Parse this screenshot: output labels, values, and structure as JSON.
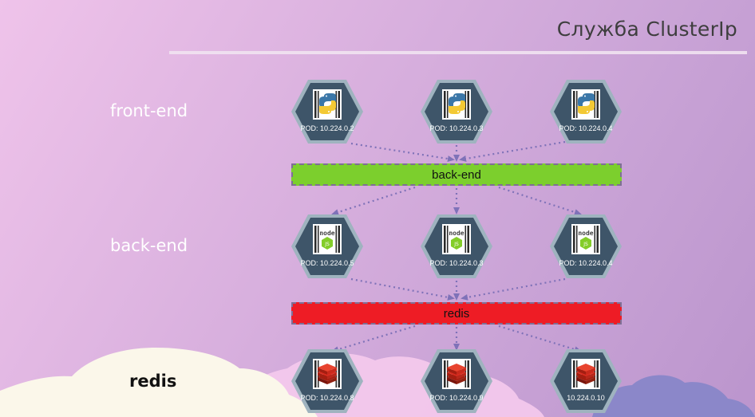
{
  "title": "Служба ClusterIp",
  "tiers": {
    "frontend": "front-end",
    "backend": "back-end",
    "redis": "redis"
  },
  "services": {
    "backend": "back-end",
    "redis": "redis"
  },
  "pods": {
    "frontend": [
      {
        "label": "POD: 10.224.0.2",
        "icon": "python-icon"
      },
      {
        "label": "POD: 10.224.0.3",
        "icon": "python-icon"
      },
      {
        "label": "POD: 10.224.0.4",
        "icon": "python-icon"
      }
    ],
    "backend": [
      {
        "label": "POD: 10.224.0.5",
        "icon": "nodejs-icon"
      },
      {
        "label": "POD: 10.224.0.3",
        "icon": "nodejs-icon"
      },
      {
        "label": "POD: 10.224.0.4",
        "icon": "nodejs-icon"
      }
    ],
    "redis": [
      {
        "label": "POD: 10.224.0.8",
        "icon": "redis-icon"
      },
      {
        "label": "POD: 10.224.0.9",
        "icon": "redis-icon"
      },
      {
        "label": "10.224.0.10",
        "icon": "redis-icon"
      }
    ]
  },
  "colors": {
    "service_backend": "#7ccf2d",
    "service_redis": "#ee1c25",
    "pod_fill": "#3e5569",
    "pod_border": "#9fb3bf",
    "arrow": "#7f72b8"
  }
}
